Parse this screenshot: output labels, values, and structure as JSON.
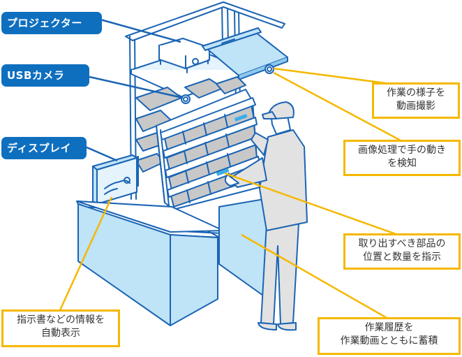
{
  "colors": {
    "label_bg": "#0f6fbf",
    "line_blue": "#1a64b4",
    "callout_yellow": "#f5b800",
    "panel_light_blue": "#bfe3f7",
    "tray_gray": "#c8c8c8",
    "person_gray": "#e2e2e2"
  },
  "component_labels": [
    {
      "id": "projector",
      "text": "プロジェクター"
    },
    {
      "id": "usb_camera",
      "text": "USBカメラ"
    },
    {
      "id": "display",
      "text": "ディスプレイ"
    }
  ],
  "feature_notes": [
    {
      "id": "record_video",
      "lines": [
        "作業の様子を",
        "動画撮影"
      ]
    },
    {
      "id": "detect_hand",
      "lines": [
        "画像処理で手の動き",
        "を検知"
      ]
    },
    {
      "id": "indicate_parts",
      "lines": [
        "取り出すべき部品の",
        "位置と数量を指示"
      ]
    },
    {
      "id": "store_history",
      "lines": [
        "作業履歴を",
        "作業動画とともに蓄積"
      ]
    },
    {
      "id": "show_instructions",
      "lines": [
        "指示書などの情報を",
        "自動表示"
      ]
    }
  ]
}
